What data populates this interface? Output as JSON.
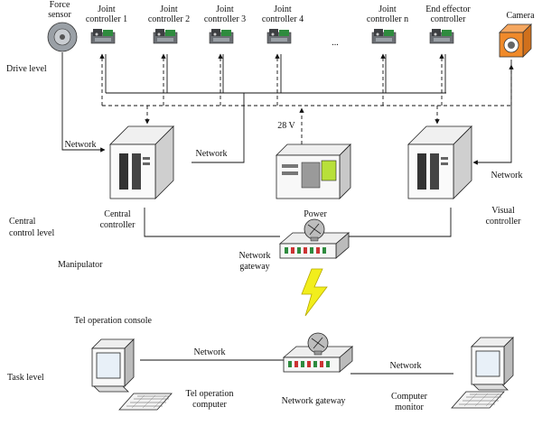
{
  "levels": {
    "drive": "Drive level",
    "central_line1": "Central",
    "central_line2": "control level",
    "manipulator": "Manipulator",
    "task": "Task level"
  },
  "devices": {
    "force_sensor": [
      "Force",
      "sensor"
    ],
    "joint_1": [
      "Joint",
      "controller 1"
    ],
    "joint_2": [
      "Joint",
      "controller 2"
    ],
    "joint_3": [
      "Joint",
      "controller 3"
    ],
    "joint_4": [
      "Joint",
      "controller 4"
    ],
    "ellipsis": "...",
    "joint_n": [
      "Joint",
      "controller n"
    ],
    "end_effector": [
      "End effector",
      "controller"
    ],
    "camera": "Camera",
    "central_controller": [
      "Central",
      "controller"
    ],
    "visual_controller": [
      "Visual",
      "controller"
    ],
    "power_voltage": "28 V",
    "power": "Power",
    "network_gateway_top": [
      "Network",
      "gateway"
    ],
    "tel_console": "Tel operation console",
    "tel_computer": [
      "Tel operation",
      "computer"
    ],
    "network_gateway_bottom": "Network gateway",
    "computer_monitor": [
      "Computer",
      "monitor"
    ]
  },
  "links": {
    "force_to_central": "Network",
    "joints_to_central": "Network",
    "camera_to_visual": "Network",
    "tel_to_gateway": "Network",
    "gateway_to_monitor": "Network"
  },
  "colors": {
    "board_green": "#2e8b3e",
    "lightning": "#f2ee1c",
    "camera_orange": "#f08a2a",
    "screen_blue": "#e8f0f8",
    "power_screen": "#b8e03a"
  }
}
